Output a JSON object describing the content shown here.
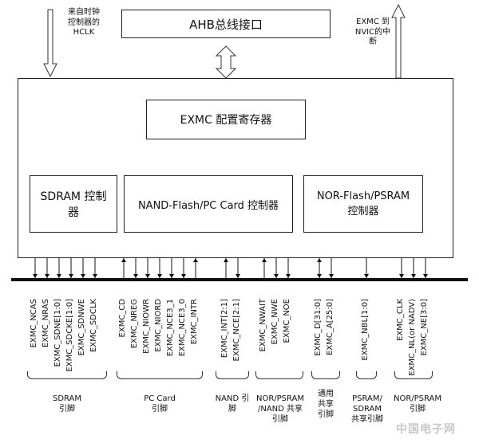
{
  "top_box": "AHB总线接口",
  "config_box": "EXMC 配置寄存器",
  "hclk_label": [
    "来自时钟",
    "控制器的",
    "HCLK"
  ],
  "nvic_label": [
    "EXMC 到",
    "NVIC的中",
    "断"
  ],
  "controllers": {
    "sdram": [
      "SDRAM 控制",
      "器"
    ],
    "nand": "NAND-Flash/PC Card 控制器",
    "nor": [
      "NOR-Flash/PSRAM",
      "控制器"
    ]
  },
  "signals": {
    "sdram": [
      "EXMC_NCAS",
      "EXMC_NRAS",
      "EXMC_SDNE[1:0]",
      "EXMC_SDCKE[1:0]",
      "EXMC_SDNWE",
      "EXMC_SDCLK"
    ],
    "pccard": [
      "EXMC_CD",
      "EXMC_NREG",
      "EXMC_NIOWR",
      "EXMC_NIORD",
      "EXMC_NCE3_1",
      "EXMC_NCE3_0",
      "EXMC_INTR"
    ],
    "nand": [
      "EXMC_INT[2:1]",
      "EXMC_NCE[2:1]"
    ],
    "norpsram_nand": [
      "EXMC_NWAIT",
      "EXMC_NWE",
      "EXMC_NOE"
    ],
    "shared": [
      "EXMC_D[31:0]",
      "EXMC_A[25:0]"
    ],
    "psram_sdram": [
      "EXMC_NBL[1:0]"
    ],
    "norpsram": [
      "EXMC_CLK",
      "EXMC_NL(or NADV)",
      "EXMC_NE[3:0]"
    ]
  },
  "groups": {
    "sdram": [
      "SDRAM",
      "引脚"
    ],
    "pccard": [
      "PC Card",
      "引脚"
    ],
    "nand": [
      "NAND 引",
      "脚"
    ],
    "norpsram_nand": [
      "NOR/PSRAM",
      "/NAND 共享",
      "引脚"
    ],
    "shared": [
      "通用",
      "共享",
      "引脚"
    ],
    "psram_sdram": [
      "PSRAM/",
      "SDRAM",
      "共享引脚"
    ],
    "norpsram": [
      "NOR/PSRAM",
      "引脚"
    ]
  },
  "watermark": "中国电子网"
}
